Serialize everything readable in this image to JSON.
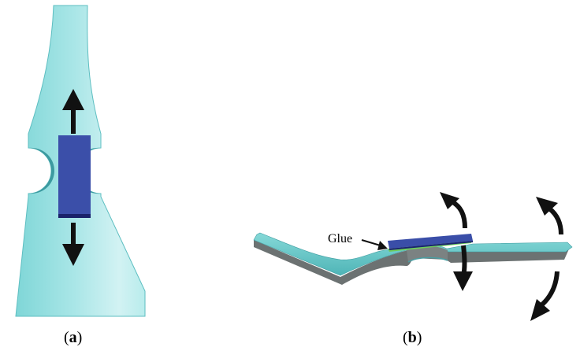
{
  "panels": {
    "a": {
      "caption_open": "(",
      "caption_letter": "a",
      "caption_close": ")"
    },
    "b": {
      "caption_open": "(",
      "caption_letter": "b",
      "caption_close": ")",
      "glue_label": "Glue"
    }
  },
  "colors": {
    "specimen_light": "#d6f3f4",
    "specimen_mid": "#8fdedd",
    "specimen_dark": "#5cbcbf",
    "specimen_edge": "#2f8e93",
    "specimen_side": "#6f7575",
    "actuator": "#3a4ea8",
    "actuator_edge": "#1c2470",
    "glue": "#6fd05a",
    "arrow": "#111111"
  }
}
